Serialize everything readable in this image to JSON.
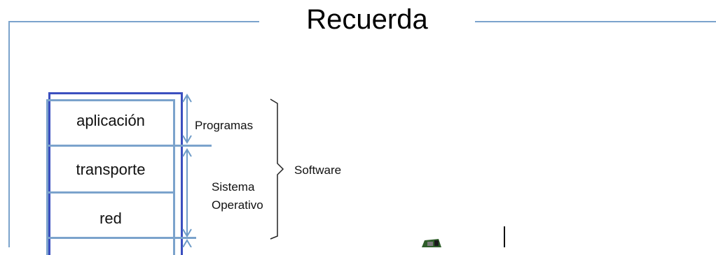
{
  "title": "Recuerda",
  "layers": [
    "aplicación",
    "transporte",
    "red"
  ],
  "labels": {
    "programas": "Programas",
    "sistema": "Sistema",
    "operativo": "Operativo",
    "software": "Software"
  },
  "colors": {
    "frame": "#7ba3cc",
    "stack_dark": "#3b4fbf",
    "stack_light": "#7ba3cc",
    "arrow": "#6f9cc8"
  }
}
